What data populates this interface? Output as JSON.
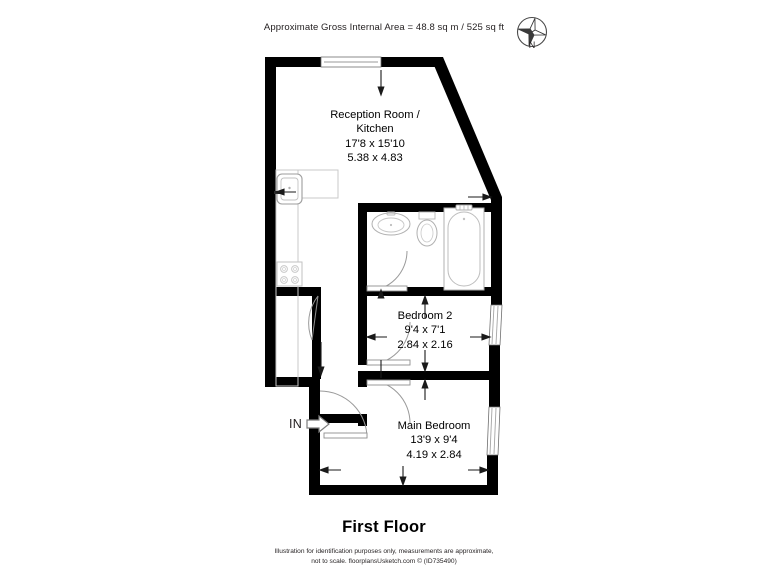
{
  "header": {
    "area_note": "Approximate Gross Internal Area = 48.8 sq m / 525 sq ft"
  },
  "compass": {
    "icon": "compass-rose-icon",
    "north_label": "N"
  },
  "rooms": [
    {
      "id": "reception-kitchen",
      "name_line1": "Reception Room /",
      "name_line2": "Kitchen",
      "dim_imperial": "17'8 x 15'10",
      "dim_metric": "5.38 x 4.83"
    },
    {
      "id": "bedroom-2",
      "name_line1": "Bedroom 2",
      "name_line2": "",
      "dim_imperial": "9'4 x 7'1",
      "dim_metric": "2.84 x 2.16"
    },
    {
      "id": "main-bedroom",
      "name_line1": "Main Bedroom",
      "name_line2": "",
      "dim_imperial": "13'9 x 9'4",
      "dim_metric": "4.19 x 2.84"
    }
  ],
  "entrance": {
    "label": "IN",
    "arrow_icon": "arrow-right-icon"
  },
  "fixtures": {
    "sink_icon": "kitchen-sink-icon",
    "hob_icon": "cooker-hob-icon",
    "basin_icon": "wash-basin-icon",
    "wc_icon": "toilet-icon",
    "bath_icon": "bathtub-icon"
  },
  "footer": {
    "floor_title": "First Floor",
    "disclaimer_line1": "Illustration for identification purposes only, measurements are approximate,",
    "disclaimer_line2": "not to scale. floorplansUsketch.com © (ID735490)"
  },
  "colors": {
    "wall": "#000000",
    "text": "#231f20",
    "fixture_line": "#b5b5b5",
    "window_line": "#8a8a8a",
    "background": "#ffffff"
  }
}
